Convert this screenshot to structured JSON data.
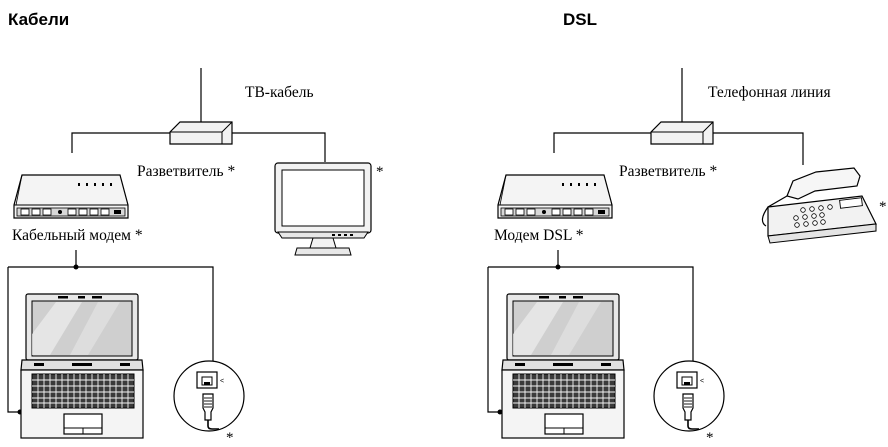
{
  "left_panel": {
    "heading": "Кабели",
    "source_label": "ТВ-кабель",
    "splitter_label": "Разветвитель *",
    "modem_label": "Кабельный модем *",
    "monitor_star": "*",
    "cable_star": "*"
  },
  "right_panel": {
    "heading": "DSL",
    "source_label": "Телефонная линия",
    "splitter_label": "Разветвитель *",
    "modem_label": "Модем DSL *",
    "phone_star": "*",
    "cable_star": "*"
  }
}
